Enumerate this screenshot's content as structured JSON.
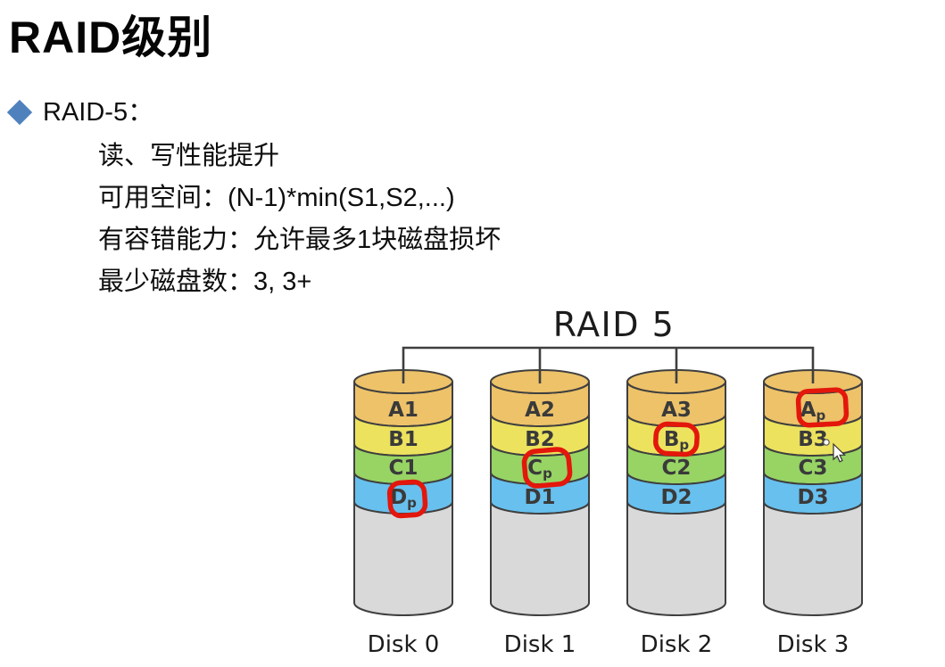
{
  "slide": {
    "title": "RAID级别",
    "bullet_label": "RAID-5：",
    "details": [
      "读、写性能提升",
      "可用空间：(N-1)*min(S1,S2,...)",
      "有容错能力：允许最多1块磁盘损坏",
      "最少磁盘数：3, 3+"
    ]
  },
  "diagram": {
    "title": "RAID 5",
    "disks": [
      {
        "name": "Disk 0",
        "stripes": [
          {
            "base": "A1",
            "sub": ""
          },
          {
            "base": "B1",
            "sub": ""
          },
          {
            "base": "C1",
            "sub": ""
          },
          {
            "base": "D",
            "sub": "p"
          }
        ]
      },
      {
        "name": "Disk 1",
        "stripes": [
          {
            "base": "A2",
            "sub": ""
          },
          {
            "base": "B2",
            "sub": ""
          },
          {
            "base": "C",
            "sub": "p"
          },
          {
            "base": "D1",
            "sub": ""
          }
        ]
      },
      {
        "name": "Disk 2",
        "stripes": [
          {
            "base": "A3",
            "sub": ""
          },
          {
            "base": "B",
            "sub": "p"
          },
          {
            "base": "C2",
            "sub": ""
          },
          {
            "base": "D2",
            "sub": ""
          }
        ]
      },
      {
        "name": "Disk 3",
        "stripes": [
          {
            "base": "A",
            "sub": "p"
          },
          {
            "base": "B3",
            "sub": ""
          },
          {
            "base": "C3",
            "sub": ""
          },
          {
            "base": "D3",
            "sub": ""
          }
        ]
      }
    ],
    "annotated_parity_blocks": [
      "Dp",
      "Cp",
      "Bp",
      "Ap"
    ],
    "colors": {
      "stripe_a": "#edc269",
      "stripe_b": "#ece25e",
      "stripe_c": "#97d464",
      "stripe_d": "#67c0ee",
      "disk_body": "#d9d9d9",
      "outline": "#3f3f3f",
      "annotation_red": "#e3170c",
      "bullet_diamond": "#4f81bd"
    }
  }
}
